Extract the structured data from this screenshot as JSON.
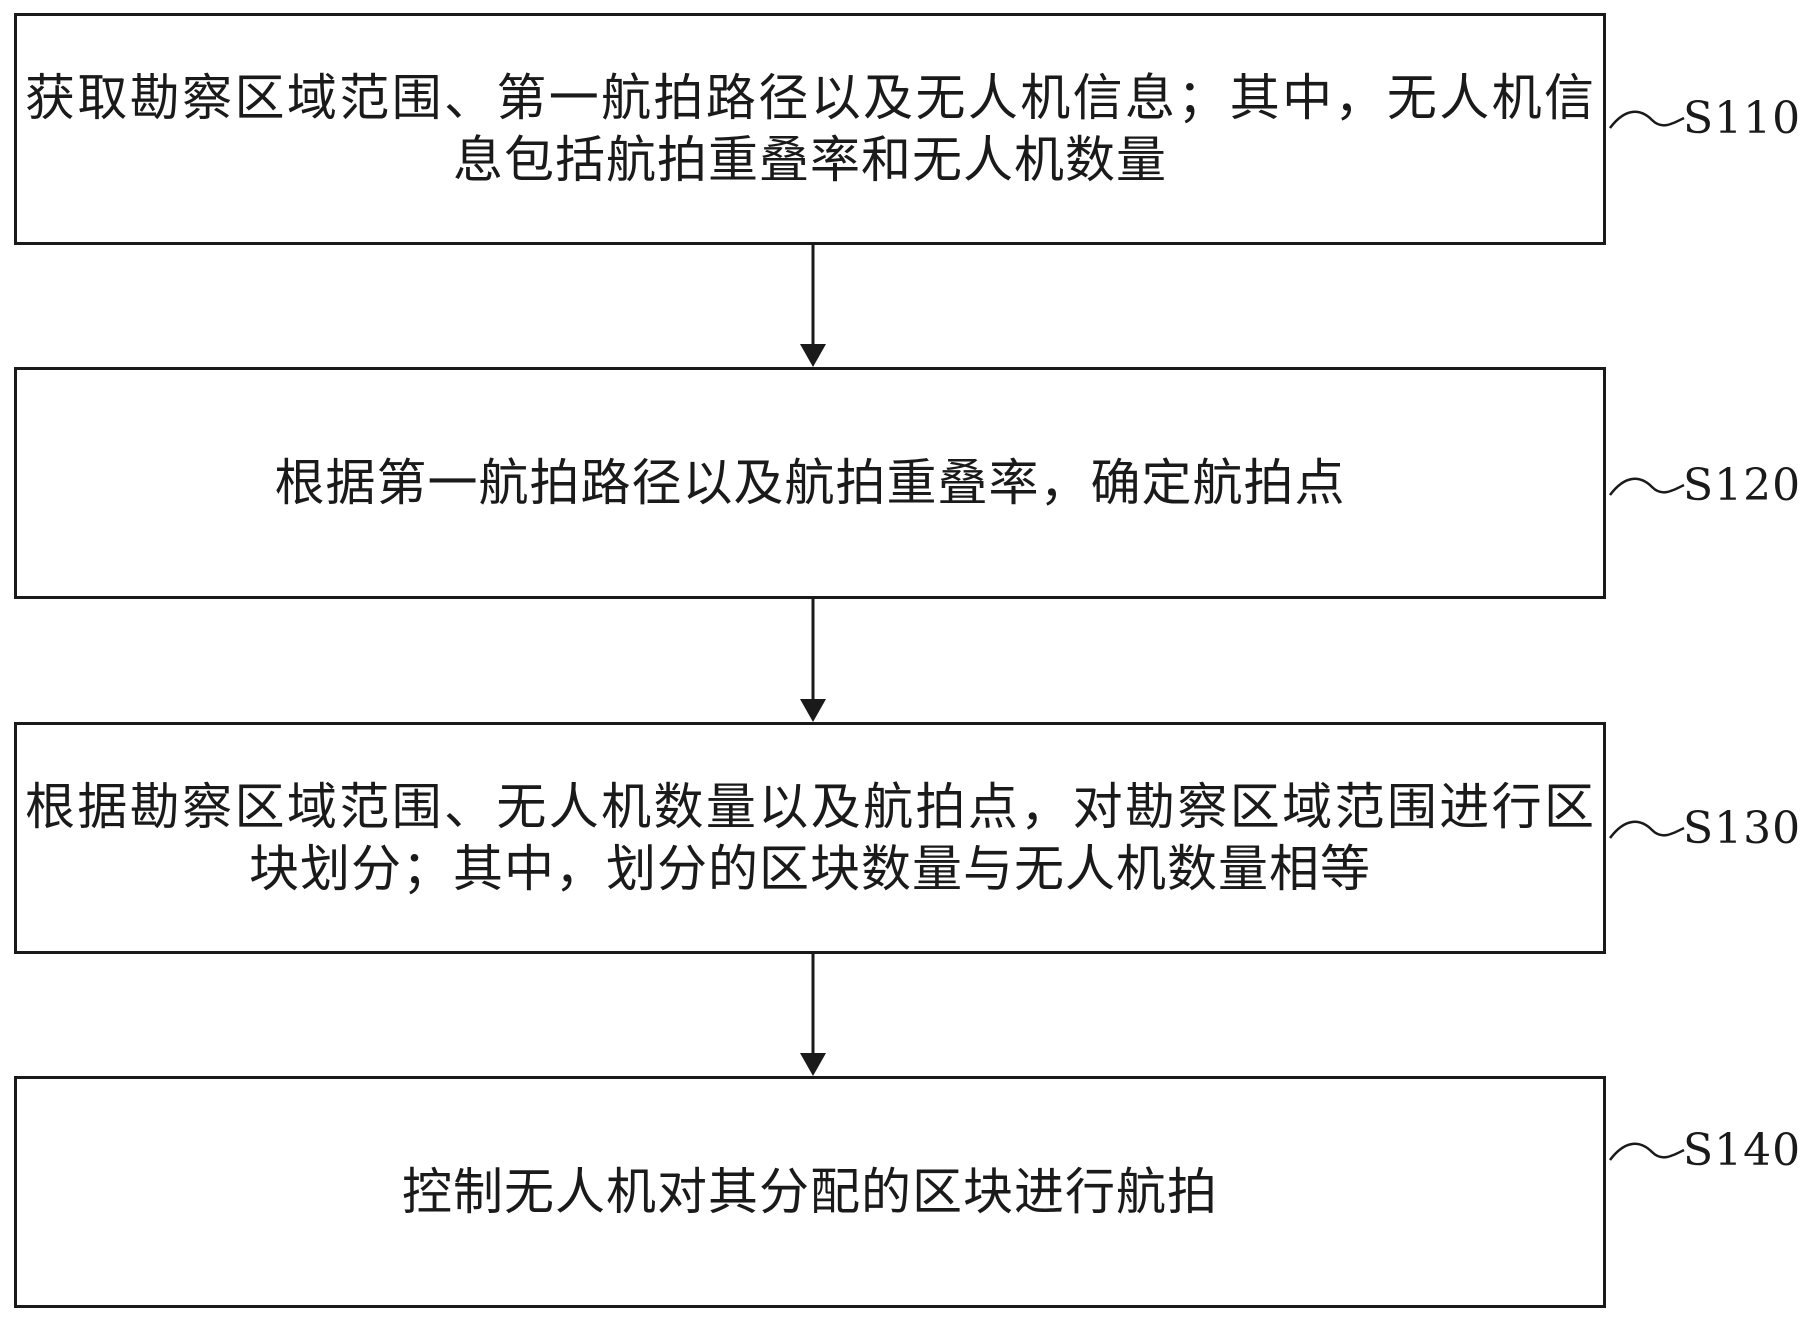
{
  "steps": [
    {
      "id": "S110",
      "label": "S110",
      "text": "获取勘察区域范围、第一航拍路径以及无人机信息；其中，无人机信息包括航拍重叠率和无人机数量"
    },
    {
      "id": "S120",
      "label": "S120",
      "text": "根据第一航拍路径以及航拍重叠率，确定航拍点"
    },
    {
      "id": "S130",
      "label": "S130",
      "text": "根据勘察区域范围、无人机数量以及航拍点，对勘察区域范围进行区块划分；其中，划分的区块数量与无人机数量相等"
    },
    {
      "id": "S140",
      "label": "S140",
      "text": "控制无人机对其分配的区块进行航拍"
    }
  ]
}
